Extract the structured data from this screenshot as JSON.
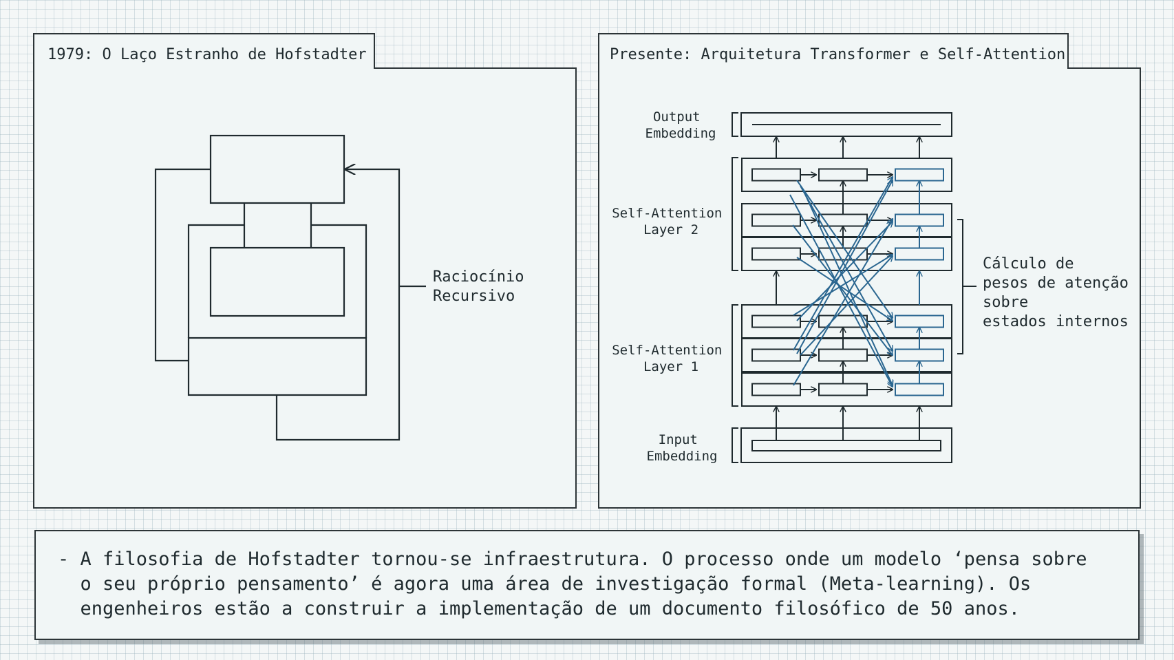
{
  "left_panel": {
    "title": "1979: O Laço Estranho de Hofstadter",
    "annotation": [
      "Raciocínio",
      "Recursivo"
    ]
  },
  "right_panel": {
    "title": "Presente: Arquitetura Transformer e Self-Attention",
    "output_label": [
      "Output",
      "Embedding"
    ],
    "layer2_label": [
      "Self-Attention",
      "Layer 2"
    ],
    "layer1_label": [
      "Self-Attention",
      "Layer 1"
    ],
    "input_label": [
      "Input",
      "Embedding"
    ],
    "annotation": [
      "Cálculo de",
      "pesos de atenção",
      "sobre",
      "estados internos"
    ]
  },
  "caption": "- A filosofia de Hofstadter tornou-se infraestrutura. O processo onde um modelo ‘pensa sobre\n  o seu próprio pensamento’ é agora uma área de investigação formal (Meta-learning). Os\n  engenheiros estão a construir a implementação de um documento filosófico de 50 anos.",
  "colors": {
    "ink": "#1f2a2e",
    "attention_blue": "#2a6690",
    "panel_fill": "#f1f6f6"
  }
}
